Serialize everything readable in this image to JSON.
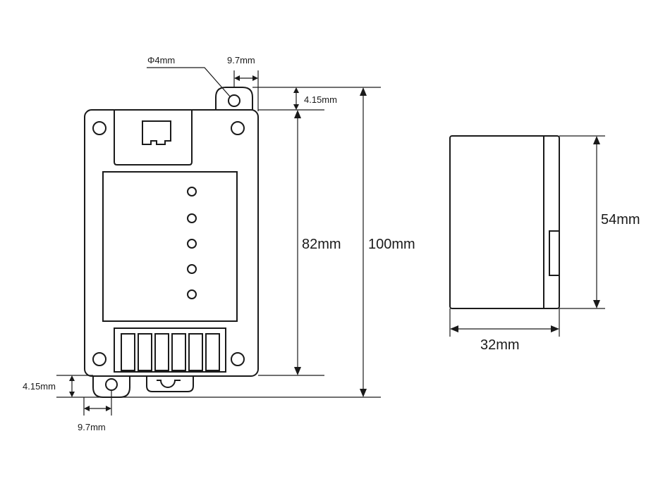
{
  "labels": {
    "hole_diameter": "Φ4mm",
    "tab_width_top": "9.7mm",
    "tab_height_top": "4.15mm",
    "body_height": "82mm",
    "total_height": "100mm",
    "side_height": "54mm",
    "side_depth": "32mm",
    "tab_height_bottom": "4.15mm",
    "tab_width_bottom": "9.7mm"
  },
  "colors": {
    "line": "#1a1a1a",
    "background": "#ffffff"
  }
}
